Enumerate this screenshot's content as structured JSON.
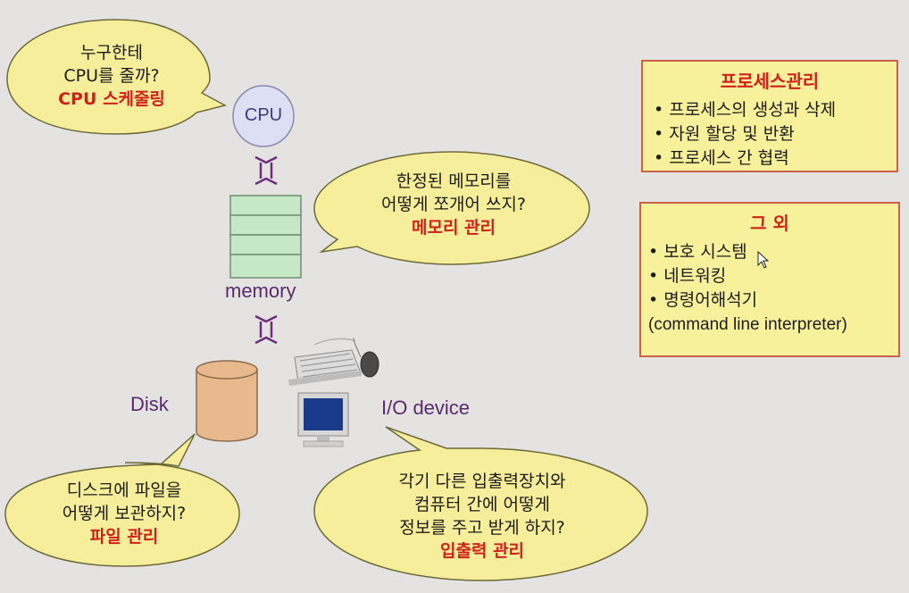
{
  "cpu_bubble": {
    "line1": "누구한테",
    "line2": "CPU를 줄까?",
    "highlight": "CPU 스케줄링"
  },
  "memory_bubble": {
    "line1": "한정된 메모리를",
    "line2": "어떻게 쪼개어 쓰지?",
    "highlight": "메모리 관리"
  },
  "disk_bubble": {
    "line1": "디스크에 파일을",
    "line2": "어떻게 보관하지?",
    "highlight": "파일 관리"
  },
  "io_bubble": {
    "line1": "각기 다른 입출력장치와",
    "line2": "컴퓨터 간에 어떻게",
    "line3": "정보를 주고 받게 하지?",
    "highlight": "입출력 관리"
  },
  "labels": {
    "cpu": "CPU",
    "memory": "memory",
    "disk": "Disk",
    "io": "I/O device"
  },
  "process_box": {
    "title": "프로세스관리",
    "items": [
      "프로세스의 생성과 삭제",
      "자원 할당 및 반환",
      "프로세스 간 협력"
    ]
  },
  "other_box": {
    "title": "그 외",
    "items": [
      "보호 시스템",
      "네트워킹",
      "명령어해석기"
    ],
    "extra": "(command line interpreter)"
  },
  "colors": {
    "bubble_fill": "#f6ee9a",
    "highlight": "#d0201a",
    "label": "#5b2a6e",
    "cpu_fill": "#dde0f4",
    "memory_fill": "#c6e8c6",
    "disk_fill": "#e8b98c"
  }
}
